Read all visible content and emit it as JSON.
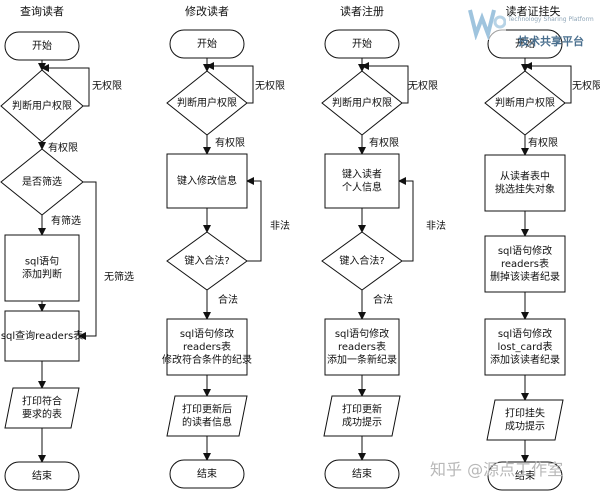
{
  "columns": [
    {
      "title": "查询读者",
      "nodes": [
        {
          "id": "start",
          "lines": [
            "开始"
          ]
        },
        {
          "id": "check",
          "lines": [
            "判断用户权限"
          ]
        },
        {
          "id": "filter",
          "lines": [
            "是否筛选"
          ]
        },
        {
          "id": "sql-add",
          "lines": [
            "sql语句",
            "添加判断"
          ]
        },
        {
          "id": "query",
          "lines": [
            "sql查询readers表"
          ]
        },
        {
          "id": "print",
          "lines": [
            "打印符合",
            "要求的表"
          ]
        },
        {
          "id": "end",
          "lines": [
            "结束"
          ]
        }
      ],
      "labels": [
        "无权限",
        "有权限",
        "有筛选",
        "无筛选"
      ]
    },
    {
      "title": "修改读者",
      "nodes": [
        {
          "id": "start",
          "lines": [
            "开始"
          ]
        },
        {
          "id": "check",
          "lines": [
            "判断用户权限"
          ]
        },
        {
          "id": "input",
          "lines": [
            "键入修改信息"
          ]
        },
        {
          "id": "valid",
          "lines": [
            "键入合法?"
          ]
        },
        {
          "id": "sql",
          "lines": [
            "sql语句修改",
            "readers表",
            "修改符合条件的纪录"
          ]
        },
        {
          "id": "print",
          "lines": [
            "打印更新后",
            "的读者信息"
          ]
        },
        {
          "id": "end",
          "lines": [
            "结束"
          ]
        }
      ],
      "labels": [
        "无权限",
        "有权限",
        "非法",
        "合法"
      ]
    },
    {
      "title": "读者注册",
      "nodes": [
        {
          "id": "start",
          "lines": [
            "开始"
          ]
        },
        {
          "id": "check",
          "lines": [
            "判断用户权限"
          ]
        },
        {
          "id": "input",
          "lines": [
            "键入读者",
            "个人信息"
          ]
        },
        {
          "id": "valid",
          "lines": [
            "键入合法?"
          ]
        },
        {
          "id": "sql",
          "lines": [
            "sql语句修改",
            "readers表",
            "添加一条新纪录"
          ]
        },
        {
          "id": "print",
          "lines": [
            "打印更新",
            "成功提示"
          ]
        },
        {
          "id": "end",
          "lines": [
            "结束"
          ]
        }
      ],
      "labels": [
        "无权限",
        "有权限",
        "非法",
        "合法"
      ]
    },
    {
      "title": "读者证挂失",
      "nodes": [
        {
          "id": "start",
          "lines": [
            "开始"
          ]
        },
        {
          "id": "check",
          "lines": [
            "判断用户权限"
          ]
        },
        {
          "id": "select",
          "lines": [
            "从读者表中",
            "挑选挂失对象"
          ]
        },
        {
          "id": "sql1",
          "lines": [
            "sql语句修改",
            "readers表",
            "删掉该读者纪录"
          ]
        },
        {
          "id": "sql2",
          "lines": [
            "sql语句修改",
            "lost_card表",
            "添加该读者纪录"
          ]
        },
        {
          "id": "print",
          "lines": [
            "打印挂失",
            "成功提示"
          ]
        },
        {
          "id": "end",
          "lines": [
            "结束"
          ]
        }
      ],
      "labels": [
        "无权限",
        "有权限"
      ]
    }
  ],
  "watermark": {
    "title": "技术共享平台",
    "subtitle": "Technology Sharing Platform",
    "zhihu": "知乎 @源点工作室"
  }
}
